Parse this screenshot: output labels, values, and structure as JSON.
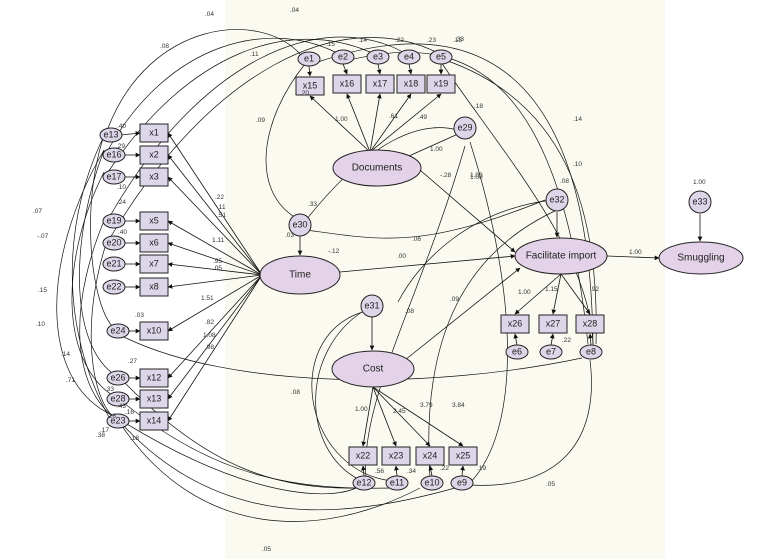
{
  "latents": {
    "documents": "Documents",
    "time": "Time",
    "cost": "Cost",
    "facilitate": "Facilitate import",
    "smuggling": "Smuggling"
  },
  "indicators": [
    "x1",
    "x2",
    "x3",
    "x5",
    "x6",
    "x7",
    "x8",
    "x10",
    "x12",
    "x13",
    "x14",
    "x15",
    "x16",
    "x17",
    "x18",
    "x19",
    "x22",
    "x23",
    "x24",
    "x25",
    "x26",
    "x27",
    "x28"
  ],
  "errors": [
    "e1",
    "e2",
    "e3",
    "e4",
    "e5",
    "e6",
    "e7",
    "e8",
    "e9",
    "e10",
    "e11",
    "e12",
    "e13",
    "e16",
    "e17",
    "e19",
    "e20",
    "e21",
    "e22",
    "e23",
    "e24",
    "e26",
    "e28",
    "e29",
    "e30",
    "e31",
    "e32",
    "e33"
  ],
  "coefficients": [
    ".04",
    ".04",
    ".08",
    ".11",
    ".15",
    ".14",
    ".22",
    ".23",
    ".13",
    ".33",
    ".20",
    ".09",
    "1.00",
    ".61",
    ".49",
    ".18",
    "1.00",
    "-.28",
    "1.00",
    ".40",
    ".29",
    "1.00",
    ".22",
    ".11",
    ".51",
    "1.11",
    ".05",
    ".95",
    "1.51",
    ".82",
    "1.08",
    ".98",
    ".03",
    "-.12",
    ".06",
    ".00",
    ".09",
    ".08",
    ".14",
    ".10",
    ".08",
    "1.00",
    "1.15",
    ".92",
    ".22",
    "1.00",
    ".08",
    "2.45",
    "3.79",
    "3.84",
    ".56",
    ".34",
    ".22",
    ".19",
    "1.00",
    ".05",
    ".33",
    ".10",
    ".07",
    "-.07",
    ".15",
    ".10",
    ".03",
    ".14",
    ".71",
    ".27",
    ".33",
    ".43",
    ".26",
    ".16",
    ".18",
    ".17",
    ".38",
    ".24",
    ".40",
    ".05",
    "1.00"
  ]
}
